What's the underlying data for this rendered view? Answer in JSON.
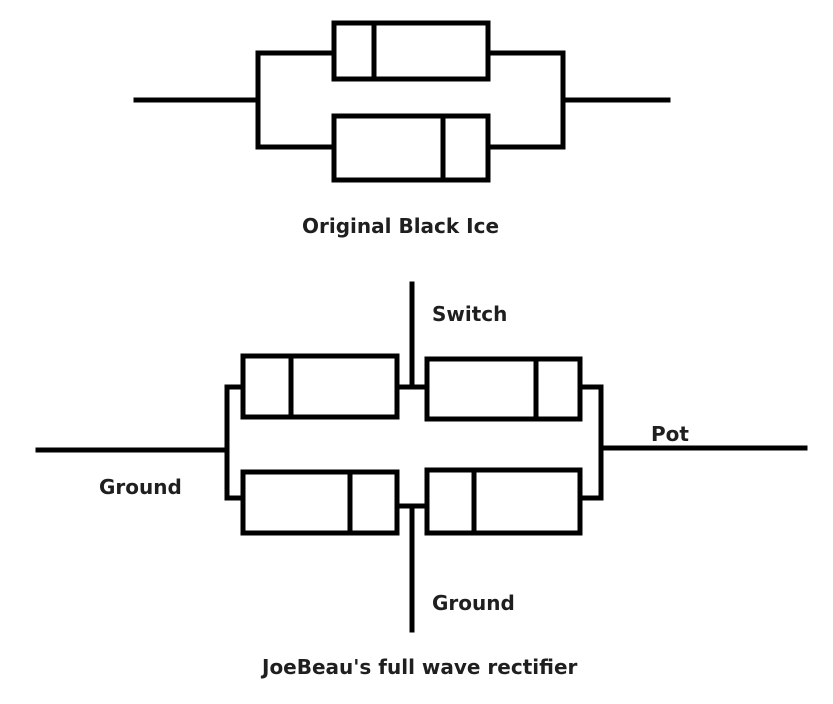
{
  "diagram": {
    "original": {
      "caption": "Original Black Ice"
    },
    "joebeau": {
      "caption": "JoeBeau's full wave rectifier",
      "label_switch": "Switch",
      "label_pot": "Pot",
      "label_ground_left": "Ground",
      "label_ground_bottom": "Ground"
    }
  },
  "colors": {
    "line": "#000000",
    "text": "#1f1f1f",
    "background": "#ffffff"
  }
}
